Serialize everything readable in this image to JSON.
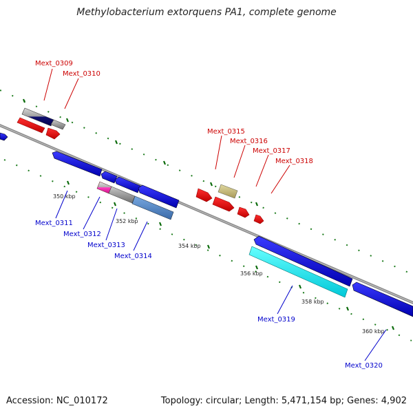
{
  "title": "Methylobacterium extorquens PA1, complete genome",
  "footer": {
    "accession": "Accession: NC_010172",
    "summary": "Topology: circular; Length: 5,471,154 bp; Genes: 4,902"
  },
  "colors": {
    "forward_label": "#cc0000",
    "reverse_label": "#0000cc",
    "backbone": "#888888",
    "tick": "#1a7a1a"
  },
  "ticks": [
    "350 kbp",
    "352 kbp",
    "354 kbp",
    "356 kbp",
    "358 kbp",
    "360 kbp"
  ],
  "forward_labels": [
    "Mext_0309",
    "Mext_0310",
    "Mext_0315",
    "Mext_0316",
    "Mext_0317",
    "Mext_0318"
  ],
  "reverse_labels": [
    "Mext_0311",
    "Mext_0312",
    "Mext_0313",
    "Mext_0314",
    "Mext_0319",
    "Mext_0320"
  ]
}
